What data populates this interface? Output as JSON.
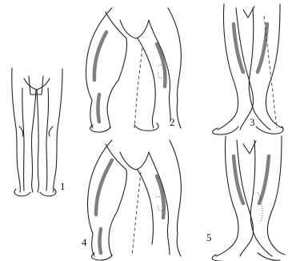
{
  "figures": [
    {
      "id": "fig1",
      "label": "1"
    },
    {
      "id": "fig2",
      "label": "2"
    },
    {
      "id": "fig3",
      "label": "3"
    },
    {
      "id": "fig4",
      "label": "4"
    },
    {
      "id": "fig5",
      "label": "5"
    }
  ]
}
